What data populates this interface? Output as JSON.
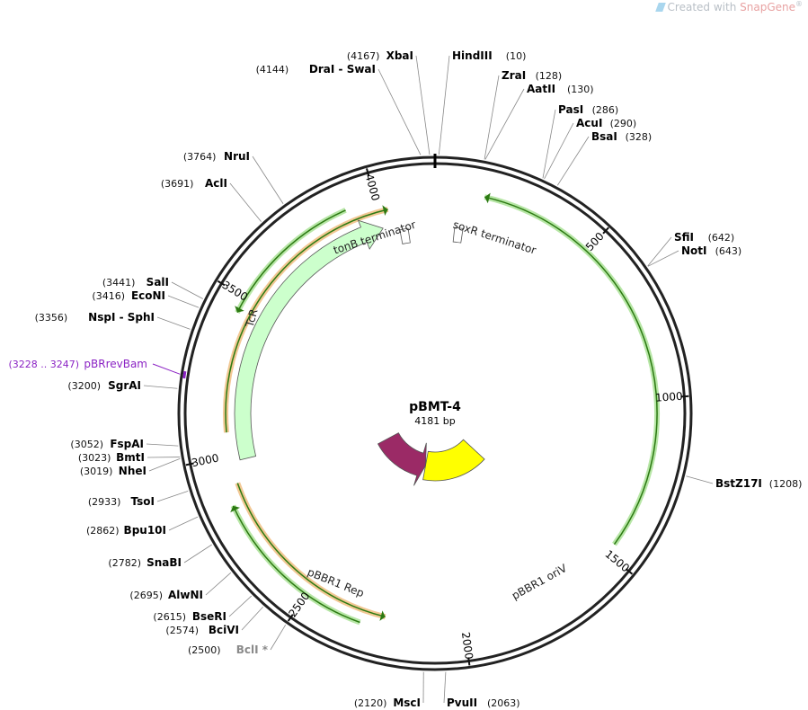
{
  "watermark": {
    "prefix": "Created with ",
    "brand": "SnapGene",
    "mark": "®"
  },
  "plasmid": {
    "name": "pBMT-4",
    "length_label": "4181 bp",
    "length": 4181
  },
  "ticks": [
    {
      "pos": 500,
      "label": "500"
    },
    {
      "pos": 1000,
      "label": "1000"
    },
    {
      "pos": 1500,
      "label": "1500"
    },
    {
      "pos": 2000,
      "label": "2000"
    },
    {
      "pos": 2500,
      "label": "2500"
    },
    {
      "pos": 3000,
      "label": "3000"
    },
    {
      "pos": 3500,
      "label": "3500"
    },
    {
      "pos": 4000,
      "label": "4000"
    }
  ],
  "sites": [
    {
      "name": "HindIII",
      "pos_label": "(10)",
      "bp": 10,
      "side": "right",
      "color": "#000000"
    },
    {
      "name": "XbaI",
      "pos_label": "(4167)",
      "bp": 4167,
      "side": "left",
      "color": "#000000"
    },
    {
      "name": "DraI  - SwaI",
      "pos_label": "(4144)",
      "bp": 4144,
      "side": "left",
      "color": "#000000"
    },
    {
      "name": "ZraI",
      "pos_label": "(128)",
      "bp": 128,
      "side": "right",
      "color": "#000000"
    },
    {
      "name": "AatII",
      "pos_label": "(130)",
      "bp": 130,
      "side": "right",
      "color": "#000000"
    },
    {
      "name": "PasI",
      "pos_label": "(286)",
      "bp": 286,
      "side": "right",
      "color": "#000000"
    },
    {
      "name": "AcuI",
      "pos_label": "(290)",
      "bp": 290,
      "side": "right",
      "color": "#000000"
    },
    {
      "name": "BsaI",
      "pos_label": "(328)",
      "bp": 328,
      "side": "right",
      "color": "#000000"
    },
    {
      "name": "SfiI",
      "pos_label": "(642)",
      "bp": 642,
      "side": "right",
      "color": "#000000"
    },
    {
      "name": "NotI",
      "pos_label": "(643)",
      "bp": 643,
      "side": "right",
      "color": "#000000"
    },
    {
      "name": "BstZ17I",
      "pos_label": "(1208)",
      "bp": 1208,
      "side": "right",
      "color": "#000000"
    },
    {
      "name": "PvuII",
      "pos_label": "(2063)",
      "bp": 2063,
      "side": "right",
      "color": "#000000"
    },
    {
      "name": "MscI",
      "pos_label": "(2120)",
      "bp": 2120,
      "side": "left",
      "color": "#000000"
    },
    {
      "name": "BclI *",
      "pos_label": "(2500)",
      "bp": 2500,
      "side": "left",
      "color": "#8a8a8a"
    },
    {
      "name": "BciVI",
      "pos_label": "(2574)",
      "bp": 2574,
      "side": "left",
      "color": "#000000"
    },
    {
      "name": "BseRI",
      "pos_label": "(2615)",
      "bp": 2615,
      "side": "left",
      "color": "#000000"
    },
    {
      "name": "AlwNI",
      "pos_label": "(2695)",
      "bp": 2695,
      "side": "left",
      "color": "#000000"
    },
    {
      "name": "SnaBI",
      "pos_label": "(2782)",
      "bp": 2782,
      "side": "left",
      "color": "#000000"
    },
    {
      "name": "Bpu10I",
      "pos_label": "(2862)",
      "bp": 2862,
      "side": "left",
      "color": "#000000"
    },
    {
      "name": "TsoI",
      "pos_label": "(2933)",
      "bp": 2933,
      "side": "left",
      "color": "#000000"
    },
    {
      "name": "NheI",
      "pos_label": "(3019)",
      "bp": 3019,
      "side": "left",
      "color": "#000000"
    },
    {
      "name": "BmtI",
      "pos_label": "(3023)",
      "bp": 3023,
      "side": "left",
      "color": "#000000"
    },
    {
      "name": "FspAI",
      "pos_label": "(3052)",
      "bp": 3052,
      "side": "left",
      "color": "#000000"
    },
    {
      "name": "SgrAI",
      "pos_label": "(3200)",
      "bp": 3200,
      "side": "left",
      "color": "#000000"
    },
    {
      "name": "NspI  - SphI",
      "pos_label": "(3356)",
      "bp": 3356,
      "side": "left",
      "color": "#000000"
    },
    {
      "name": "EcoNI",
      "pos_label": "(3416)",
      "bp": 3416,
      "side": "left",
      "color": "#000000"
    },
    {
      "name": "SalI",
      "pos_label": "(3441)",
      "bp": 3441,
      "side": "left",
      "color": "#000000"
    },
    {
      "name": "AclI",
      "pos_label": "(3691)",
      "bp": 3691,
      "side": "left",
      "color": "#000000"
    },
    {
      "name": "NruI",
      "pos_label": "(3764)",
      "bp": 3764,
      "side": "left",
      "color": "#000000"
    }
  ],
  "primer": {
    "name": "pBRrevBam",
    "pos_label": "(3228 .. 3247)",
    "start": 3228,
    "end": 3247,
    "color": "#8b23c4"
  },
  "features": [
    {
      "name": "pBBR1 oriV",
      "start": 1542,
      "end": 2210,
      "direction": "none",
      "color": "#ffff00",
      "text_color": "#333333"
    },
    {
      "name": "pBBR1 Rep",
      "start": 2210,
      "end": 2810,
      "direction": "reverse",
      "color": "#9b2a66",
      "text_color": "#ffffff"
    },
    {
      "name": "TcR",
      "start": 2980,
      "end": 3999,
      "direction": "forward",
      "color": "#ccffcc",
      "text_color": "#222222"
    },
    {
      "name": "tonB terminator",
      "start": 4055,
      "end": 4085,
      "direction": "none",
      "color": "#ffffff",
      "text_color": "#222222"
    },
    {
      "name": "soxR terminator",
      "start": 70,
      "end": 100,
      "direction": "none",
      "color": "#ffffff",
      "text_color": "#222222"
    }
  ],
  "orfs": [
    {
      "start": 150,
      "end": 1465,
      "direction": "reverse",
      "ring": 0,
      "border": "#b7e6a6"
    },
    {
      "start": 2320,
      "end": 2850,
      "direction": "forward",
      "ring": 0,
      "border": "#b7e6a6"
    },
    {
      "start": 2250,
      "end": 2910,
      "direction": "reverse",
      "ring": 1,
      "border": "#f2c894"
    },
    {
      "start": 3075,
      "end": 4030,
      "direction": "forward",
      "ring": 1,
      "border": "#f2c894"
    },
    {
      "start": 3450,
      "end": 3905,
      "direction": "reverse",
      "ring": 0,
      "border": "#b7e6a6"
    }
  ]
}
